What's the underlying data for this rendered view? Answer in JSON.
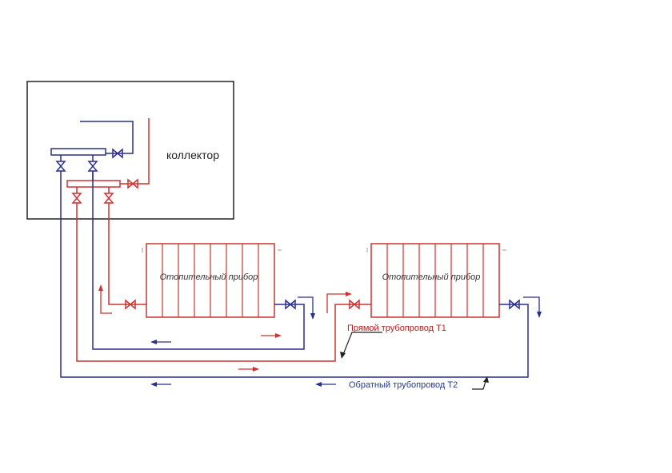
{
  "labels": {
    "collector": "коллектор",
    "radiator_1": "Отопительный прибор",
    "radiator_2": "Отопительный прибор",
    "supply_pipe": "Прямой трубопровод Т1",
    "return_pipe": "Обратный трубопровод Т2"
  },
  "colors": {
    "supply": "#cc3333",
    "return": "#2a2f8f",
    "outline": "#222222"
  },
  "radiator_sections": 8
}
